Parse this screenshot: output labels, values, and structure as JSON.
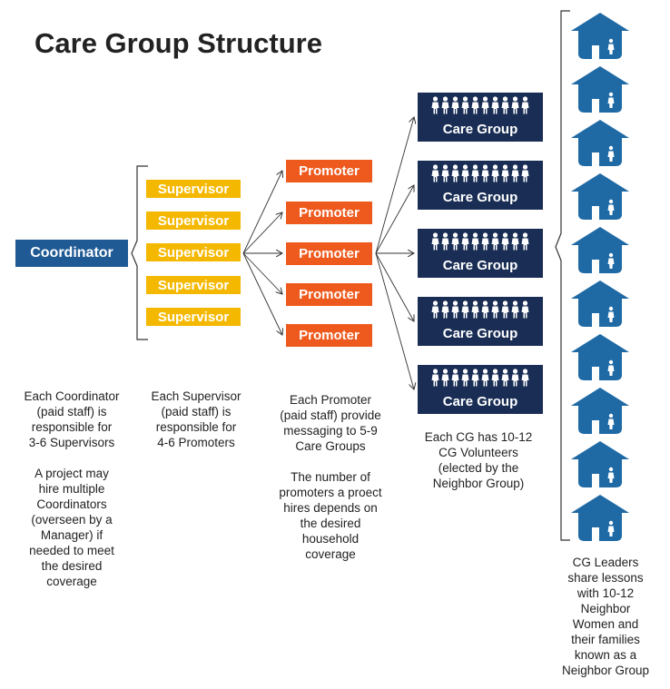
{
  "title": "Care Group Structure",
  "coordinator": {
    "label": "Coordinator"
  },
  "supervisors": [
    {
      "label": "Supervisor"
    },
    {
      "label": "Supervisor"
    },
    {
      "label": "Supervisor"
    },
    {
      "label": "Supervisor"
    },
    {
      "label": "Supervisor"
    }
  ],
  "promoters": [
    {
      "label": "Promoter"
    },
    {
      "label": "Promoter"
    },
    {
      "label": "Promoter"
    },
    {
      "label": "Promoter"
    },
    {
      "label": "Promoter"
    }
  ],
  "care_groups": [
    {
      "label": "Care Group"
    },
    {
      "label": "Care Group"
    },
    {
      "label": "Care Group"
    },
    {
      "label": "Care Group"
    },
    {
      "label": "Care Group"
    }
  ],
  "descriptions": {
    "coordinator": [
      "Each Coordinator",
      "(paid staff) is",
      "responsible for",
      "3-6 Supervisors",
      "",
      "A project may",
      "hire multiple",
      "Coordinators",
      "(overseen by a",
      "Manager) if",
      "needed to meet",
      "the desired",
      "coverage"
    ],
    "supervisor": [
      "Each Supervisor",
      "(paid staff) is",
      "responsible for",
      "4-6 Promoters"
    ],
    "promoter": [
      "Each Promoter",
      "(paid staff) provide",
      "messaging to 5-9",
      "Care Groups",
      "",
      "The number of",
      "promoters a proect",
      "hires depends on",
      "the desired",
      "household",
      "coverage"
    ],
    "care_group": [
      "Each CG has 10-12",
      "CG Volunteers",
      "(elected by the",
      "Neighbor Group)"
    ],
    "neighbor": [
      "CG Leaders",
      "share lessons",
      "with 10-12",
      "Neighbor",
      "Women and",
      "their families",
      "known as a",
      "Neighbor Group"
    ]
  },
  "colors": {
    "coordinator": "#1f5a94",
    "supervisor": "#f5b800",
    "promoter": "#ee5a1e",
    "care_group": "#1a2e55",
    "house": "#1f6aa5"
  },
  "icons": {
    "person": "person-icon",
    "house": "house-icon"
  }
}
